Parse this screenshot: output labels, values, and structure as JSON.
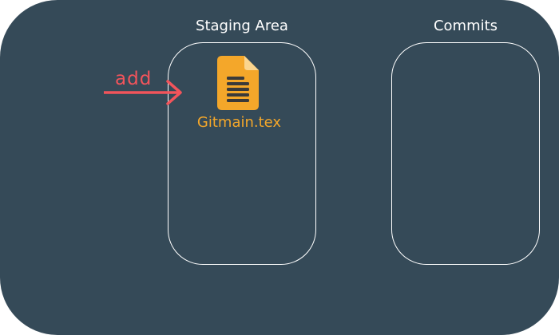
{
  "areas": [
    {
      "title": "Staging Area"
    },
    {
      "title": "Commits"
    }
  ],
  "file": {
    "name": "Gitmain.tex",
    "icon": "document-icon"
  },
  "action": {
    "label": "add",
    "icon": "arrow-right-icon"
  },
  "colors": {
    "background": "#354a58",
    "panel_border": "#ffffff",
    "file": "#f4a72a",
    "action": "#f2545b"
  }
}
